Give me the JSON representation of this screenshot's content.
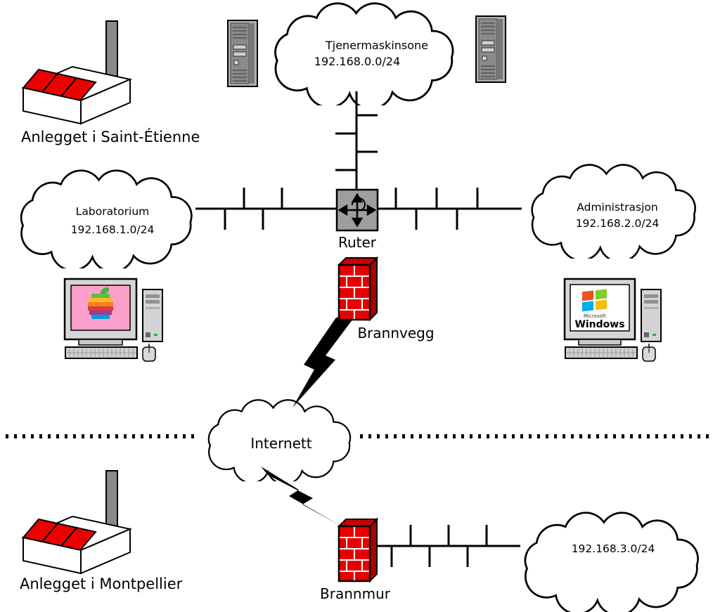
{
  "colors": {
    "firewall_red": "#e60000",
    "firewall_side_red": "#aa0000",
    "firewall_top_red": "#cc0000",
    "factory_red": "#ee0000",
    "router_gray": "#9e9e9e",
    "mac_screen_pink": "#fb9fcb",
    "line_black": "#000000"
  },
  "sites": {
    "saint_etienne": "Anlegget i Saint-Étienne",
    "montpellier": "Anlegget i Montpellier"
  },
  "zones": {
    "servers": {
      "name": "Tjenermaskinsone",
      "subnet": "192.168.0.0/24"
    },
    "laboratory": {
      "name": "Laboratorium",
      "subnet": "192.168.1.0/24"
    },
    "administration": {
      "name": "Administrasjon",
      "subnet": "192.168.2.0/24"
    },
    "branch": {
      "subnet": "192.168.3.0/24"
    },
    "internet": {
      "name": "Internett"
    }
  },
  "devices": {
    "router": "Ruter",
    "firewall_top": "Brannvegg",
    "firewall_bottom": "Brannmur",
    "windows_pc": {
      "brand_small": "Microsoft",
      "brand": "Windows"
    }
  }
}
